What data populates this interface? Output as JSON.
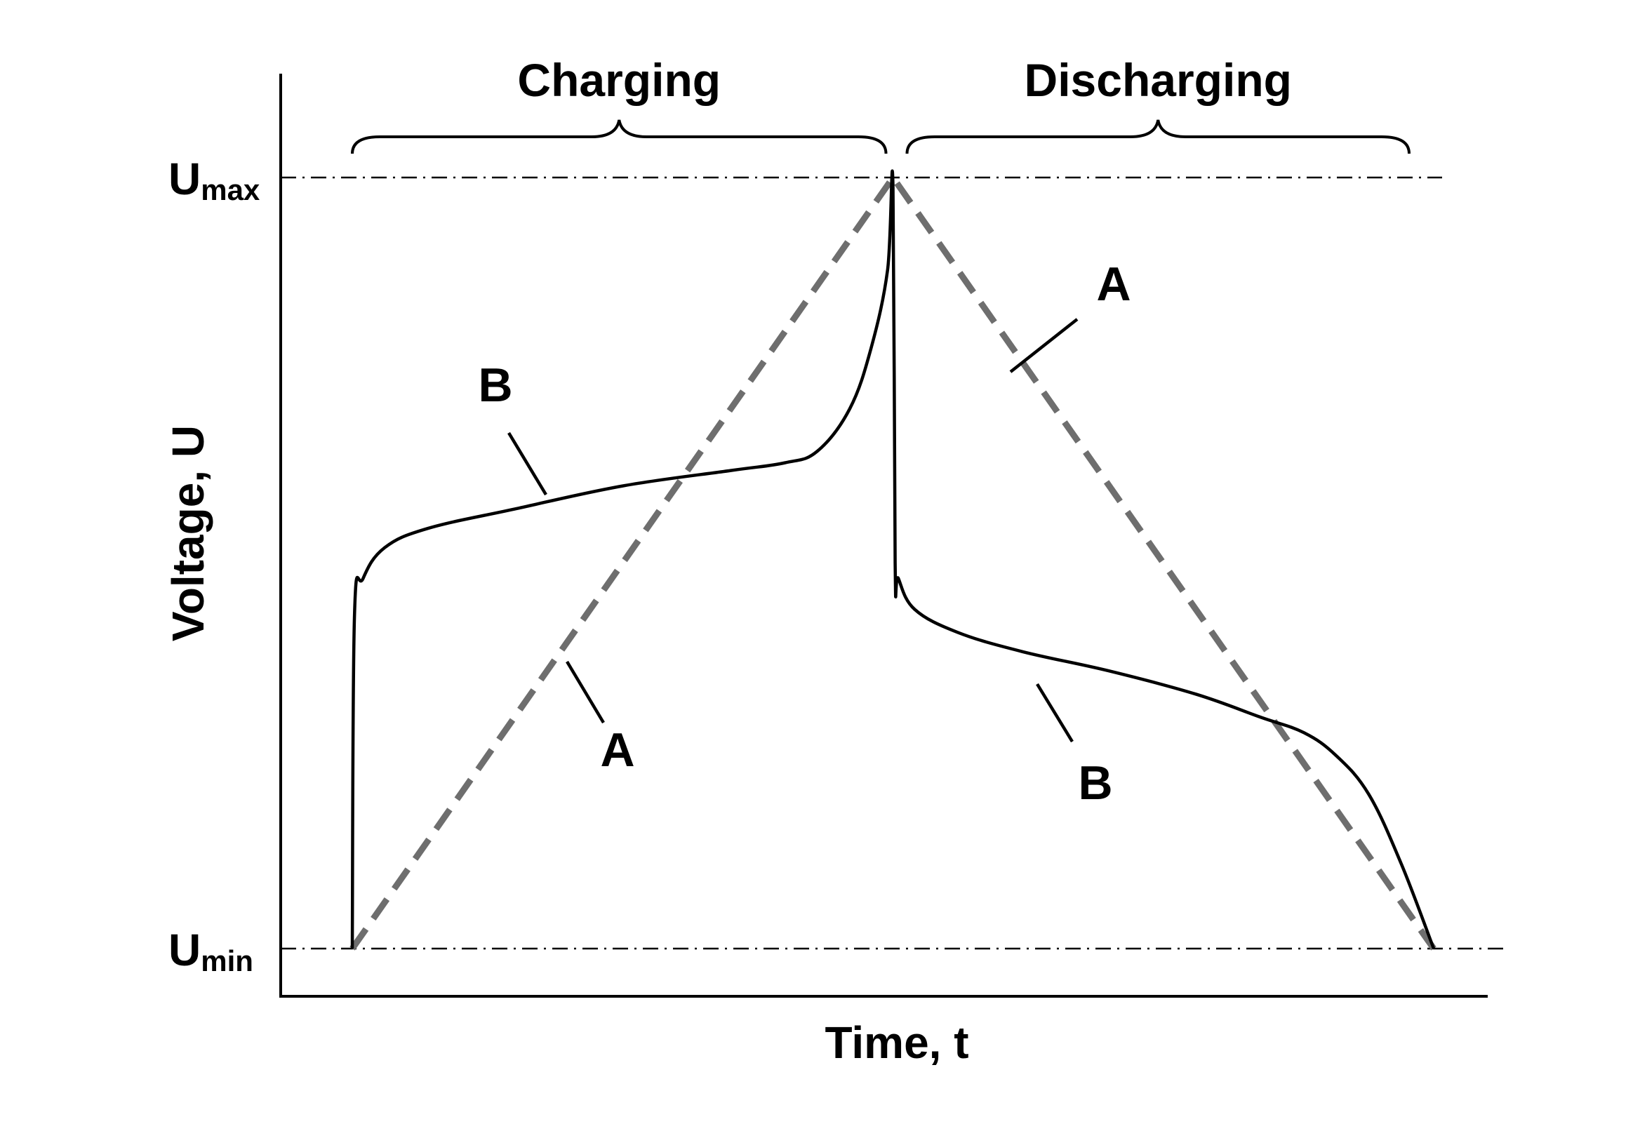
{
  "chart_data": {
    "type": "line",
    "title": "",
    "xlabel": "Time, t",
    "ylabel": "Voltage, U",
    "ylim": [
      0,
      1
    ],
    "xlim": [
      0,
      1
    ],
    "grid": false,
    "reference_lines": [
      {
        "name": "U",
        "subscript": "max",
        "value": 1
      },
      {
        "name": "U",
        "subscript": "min",
        "value": 0
      }
    ],
    "phases": [
      {
        "label": "Charging",
        "range": [
          0,
          0.5
        ]
      },
      {
        "label": "Discharging",
        "range": [
          0.5,
          1
        ]
      }
    ],
    "series": [
      {
        "label": "A",
        "style": "dashed",
        "color": "#6e6e6e",
        "x": [
          0,
          0.5,
          1
        ],
        "y": [
          0,
          1,
          0
        ]
      },
      {
        "label": "B",
        "style": "solid",
        "color": "#000000",
        "x": [
          0,
          0.002,
          0.01,
          0.03,
          0.07,
          0.15,
          0.25,
          0.35,
          0.4,
          0.43,
          0.46,
          0.48,
          0.495,
          0.5,
          0.502,
          0.505,
          0.52,
          0.56,
          0.62,
          0.7,
          0.78,
          0.84,
          0.88,
          0.91,
          0.94,
          0.97,
          1
        ],
        "y": [
          0,
          0.43,
          0.48,
          0.52,
          0.545,
          0.57,
          0.6,
          0.62,
          0.63,
          0.645,
          0.7,
          0.78,
          0.88,
          0.99,
          0.5,
          0.48,
          0.44,
          0.41,
          0.385,
          0.36,
          0.33,
          0.3,
          0.28,
          0.25,
          0.2,
          0.11,
          0
        ]
      }
    ],
    "annotations": [
      {
        "text": "A",
        "target": "A",
        "where": "charging"
      },
      {
        "text": "B",
        "target": "B",
        "where": "charging"
      },
      {
        "text": "A",
        "target": "A",
        "where": "discharging"
      },
      {
        "text": "B",
        "target": "B",
        "where": "discharging"
      }
    ]
  }
}
